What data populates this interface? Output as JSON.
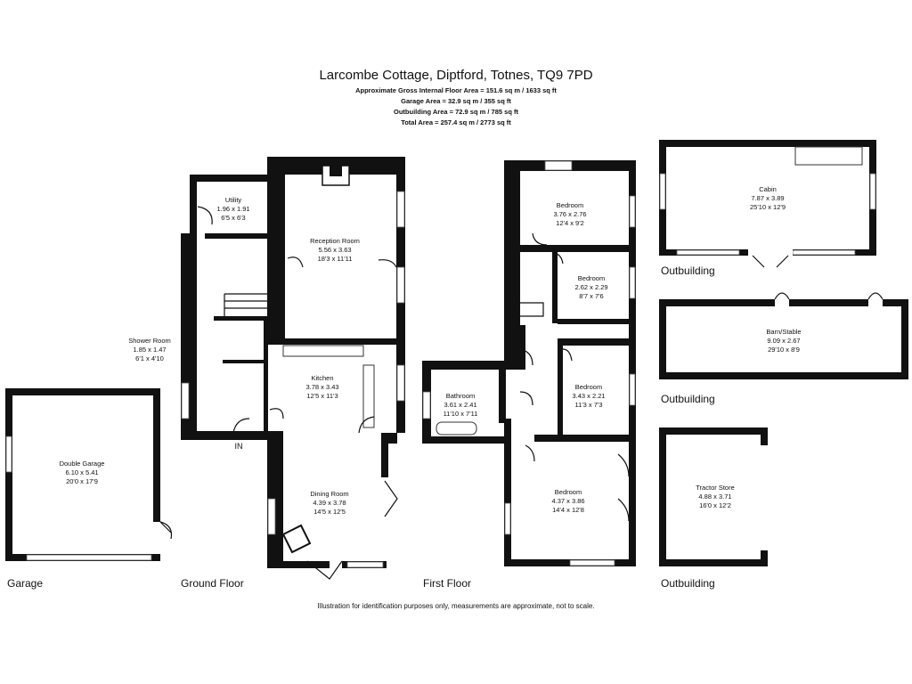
{
  "header": {
    "title": "Larcombe Cottage, Diptford, Totnes, TQ9 7PD",
    "line1": "Approximate Gross Internal Floor Area  = 151.6 sq m  / 1633 sq ft",
    "line2": "Garage Area = 32.9 sq m  / 355 sq ft",
    "line3": "Outbuilding Area = 72.9 sq m  / 785 sq ft",
    "line4": "Total Area = 257.4 sq m  / 2773 sq ft"
  },
  "footer": "Illustration for identification purposes only, measurements are approximate, not to scale.",
  "section_labels": {
    "garage": "Garage",
    "ground_floor": "Ground Floor",
    "first_floor": "First Floor",
    "outbuilding_cabin": "Outbuilding",
    "outbuilding_barn": "Outbuilding",
    "outbuilding_tractor": "Outbuilding"
  },
  "entrance": "IN",
  "rooms": {
    "utility": {
      "name": "Utility",
      "metric": "1.96 x 1.91",
      "imperial": "6'5 x 6'3"
    },
    "reception": {
      "name": "Reception Room",
      "metric": "5.56 x 3.63",
      "imperial": "18'3 x 11'11"
    },
    "shower": {
      "name": "Shower Room",
      "metric": "1.85 x 1.47",
      "imperial": "6'1 x 4'10"
    },
    "kitchen": {
      "name": "Kitchen",
      "metric": "3.78 x 3.43",
      "imperial": "12'5 x 11'3"
    },
    "dining": {
      "name": "Dining Room",
      "metric": "4.39 x 3.78",
      "imperial": "14'5 x 12'5"
    },
    "garage": {
      "name": "Double Garage",
      "metric": "6.10 x 5.41",
      "imperial": "20'0 x 17'9"
    },
    "bed1": {
      "name": "Bedroom",
      "metric": "3.76 x 2.76",
      "imperial": "12'4 x 9'2"
    },
    "bed2": {
      "name": "Bedroom",
      "metric": "2.62 x 2.29",
      "imperial": "8'7 x 7'6"
    },
    "bathroom": {
      "name": "Bathroom",
      "metric": "3.61 x 2.41",
      "imperial": "11'10 x 7'11"
    },
    "bed3": {
      "name": "Bedroom",
      "metric": "3.43 x 2.21",
      "imperial": "11'3 x 7'3"
    },
    "bed4": {
      "name": "Bedroom",
      "metric": "4.37 x 3.86",
      "imperial": "14'4 x 12'8"
    },
    "cabin": {
      "name": "Cabin",
      "metric": "7.87 x 3.89",
      "imperial": "25'10 x 12'9"
    },
    "barn": {
      "name": "Barn/Stable",
      "metric": "9.09 x 2.67",
      "imperial": "29'10 x 8'9"
    },
    "tractor": {
      "name": "Tractor Store",
      "metric": "4.88 x 3.71",
      "imperial": "16'0 x 12'2"
    }
  }
}
